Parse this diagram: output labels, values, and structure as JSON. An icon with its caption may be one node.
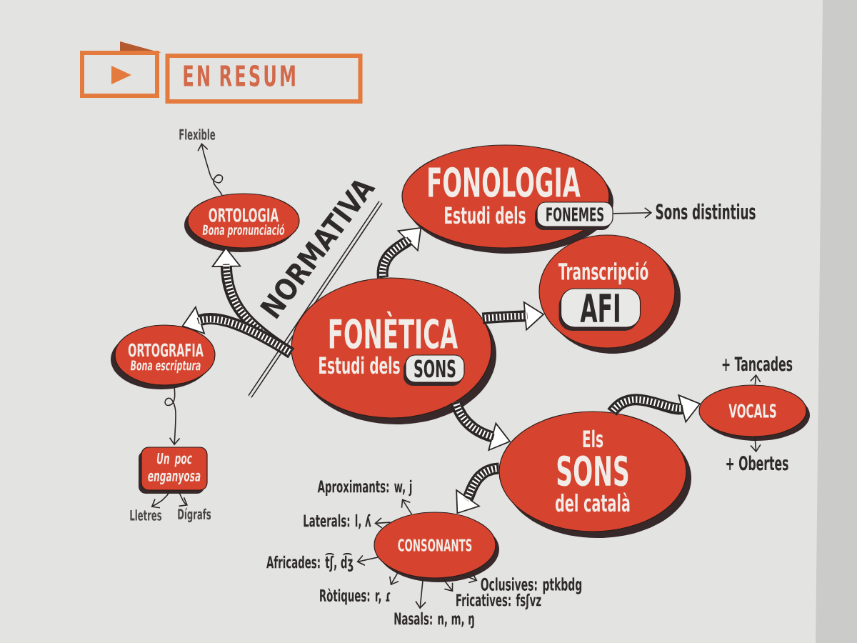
{
  "diagram": {
    "title": "EN RESUM",
    "nodes": [
      {
        "text": [
          "Flexible"
        ]
      },
      {
        "text": [
          "FONOLOGIA",
          "Estudi dels"
        ]
      },
      {
        "text": [
          "FONEMES"
        ],
        "in": 1
      },
      {
        "text": [
          "Sons distintius"
        ]
      },
      {
        "text": [
          "ORTOLOGIA",
          "Bona pronunciació"
        ]
      },
      {
        "text": [
          "Transcripció"
        ]
      },
      {
        "text": [
          "AFI"
        ],
        "in": 5
      },
      {
        "text": [
          "FONÈTICA",
          "Estudi dels"
        ]
      },
      {
        "text": [
          "SONS"
        ],
        "in": 7
      },
      {
        "text": [
          "ORTOGRAFIA",
          "Bona escriptura"
        ]
      },
      {
        "text": [
          "+ Tancades"
        ]
      },
      {
        "text": [
          "VOCALS"
        ]
      },
      {
        "text": [
          "Els",
          "SONS",
          "del català"
        ]
      },
      {
        "text": [
          "+ Obertes"
        ]
      },
      {
        "text": [
          "Un poc enganyosa"
        ]
      },
      {
        "text": [
          "Aproximants: w, j"
        ]
      },
      {
        "text": [
          "Laterals: l, ʎ"
        ]
      },
      {
        "text": [
          "CONSONANTS"
        ]
      },
      {
        "text": [
          "Africades: t͡ʃ, d͡ʒ"
        ]
      },
      {
        "text": [
          "Lletres"
        ]
      },
      {
        "text": [
          "Dígrafs"
        ]
      },
      {
        "text": [
          "Oclusives: ptkbdg"
        ]
      },
      {
        "text": [
          "Ròtiques: r, ɾ"
        ]
      },
      {
        "text": [
          "Fricatives: fsʃvz"
        ]
      },
      {
        "text": [
          "Nasals: n, m, ŋ"
        ]
      }
    ],
    "edges": [
      {
        "from": 4,
        "to": 0,
        "arrow": "to"
      },
      {
        "from": 2,
        "to": 3,
        "arrow": "to"
      },
      {
        "from": 7,
        "to": 1,
        "arrow": "to",
        "style": "thick",
        "color": "#ffffff"
      },
      {
        "from": 7,
        "to": 4,
        "arrow": "to",
        "style": "thick",
        "color": "#ffffff"
      },
      {
        "from": 7,
        "to": 9,
        "arrow": "to",
        "style": "thick",
        "color": "#ffffff"
      },
      {
        "from": 7,
        "to": 5,
        "arrow": "to",
        "style": "thick",
        "color": "#ffffff"
      },
      {
        "from": 7,
        "to": 12,
        "arrow": "to",
        "style": "thick",
        "color": "#ffffff"
      },
      {
        "from": 9,
        "to": 14,
        "arrow": "to"
      },
      {
        "from": 12,
        "to": 11,
        "arrow": "to",
        "style": "thick",
        "color": "#ffffff"
      },
      {
        "from": 11,
        "to": 10,
        "arrow": "to"
      },
      {
        "from": 11,
        "to": 13,
        "arrow": "to"
      },
      {
        "from": 12,
        "to": 17,
        "arrow": "to",
        "style": "thick",
        "color": "#ffffff"
      },
      {
        "from": 14,
        "to": 19,
        "arrow": "to"
      },
      {
        "from": 14,
        "to": 20,
        "arrow": "to"
      },
      {
        "from": 17,
        "to": 15,
        "arrow": "to"
      },
      {
        "from": 17,
        "to": 16,
        "arrow": "to"
      },
      {
        "from": 17,
        "to": 18,
        "arrow": "to"
      },
      {
        "from": 17,
        "to": 22,
        "arrow": "to"
      },
      {
        "from": 17,
        "to": 24,
        "arrow": "to"
      },
      {
        "from": 17,
        "to": 23,
        "arrow": "to"
      },
      {
        "from": 17,
        "to": 21,
        "arrow": "to"
      }
    ],
    "labels": [
      "NORMATIVA"
    ]
  }
}
